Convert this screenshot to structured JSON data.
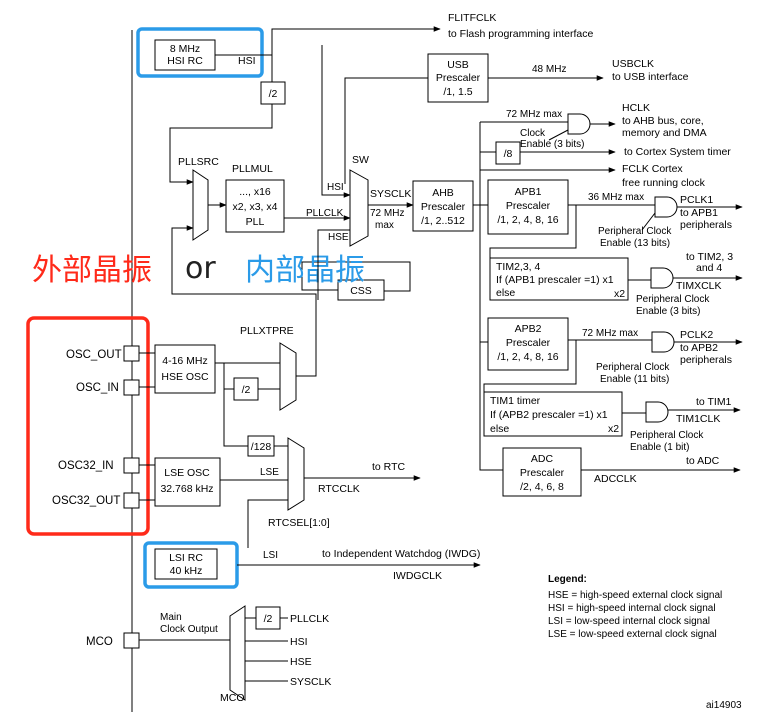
{
  "colors": {
    "red_highlight": "#ff2a1a",
    "blue_highlight": "#2b9be8",
    "line": "#000000"
  },
  "annotations": {
    "external_crystal": "外部晶振",
    "or": "or",
    "internal_crystal": "内部晶振"
  },
  "hsi": {
    "line1": "8 MHz",
    "line2": "HSI RC",
    "out_label": "HSI"
  },
  "flitfclk": {
    "title": "FLITFCLK",
    "desc": "to Flash programming interface"
  },
  "usb": {
    "line1": "USB",
    "line2": "Prescaler",
    "line3": "/1, 1.5",
    "freq": "48 MHz",
    "out_title": "USBCLK",
    "out_desc": "to USB interface"
  },
  "div2_hsi": "/2",
  "pllsrc": "PLLSRC",
  "pllmul": {
    "title": "PLLMUL",
    "line1": "..., x16",
    "line2": "x2, x3, x4",
    "line3": "PLL"
  },
  "sw": {
    "title": "SW",
    "in_hsi": "HSI",
    "in_pllclk": "PLLCLK",
    "in_hse": "HSE",
    "sysclk": "SYSCLK",
    "max1": "72 MHz",
    "max2": "max"
  },
  "ahb": {
    "line1": "AHB",
    "line2": "Prescaler",
    "line3": "/1, 2..512"
  },
  "css": "CSS",
  "hclk": {
    "max": "72 MHz max",
    "gate": "Clock",
    "gate2": "Enable (3 bits)",
    "title": "HCLK",
    "desc1": "to AHB bus, core,",
    "desc2": "memory and DMA"
  },
  "div8": "/8",
  "cortex_timer": "to Cortex System timer",
  "fclk": {
    "line1": "FCLK Cortex",
    "line2": "free running clock"
  },
  "apb1": {
    "line1": "APB1",
    "line2": "Prescaler",
    "line3": "/1, 2, 4, 8, 16",
    "max": "36 MHz max",
    "out_title": "PCLK1",
    "out_desc1": "to APB1",
    "out_desc2": "peripherals",
    "gate1": "Peripheral Clock",
    "gate2": "Enable (13 bits)"
  },
  "tim234": {
    "line1": "TIM2,3, 4",
    "line2": "If (APB1 prescaler =1) x1",
    "line3": "else",
    "x2": "x2",
    "out_a": "to TIM2, 3",
    "out_b": "and 4",
    "out_title": "TIMXCLK",
    "gate1": "Peripheral Clock",
    "gate2": "Enable (3 bits)"
  },
  "apb2": {
    "line1": "APB2",
    "line2": "Prescaler",
    "line3": "/1, 2, 4, 8, 16",
    "max": "72 MHz max",
    "out_title": "PCLK2",
    "out_desc1": "to APB2",
    "out_desc2": "peripherals",
    "gate1": "Peripheral Clock",
    "gate2": "Enable (11 bits)"
  },
  "tim1": {
    "line1": "TIM1 timer",
    "line2": "If (APB2 prescaler =1) x1",
    "line3": "else",
    "x2": "x2",
    "out_a": "to TIM1",
    "out_title": "TIM1CLK",
    "gate1": "Peripheral Clock",
    "gate2": "Enable (1 bit)"
  },
  "adc": {
    "line1": "ADC",
    "line2": "Prescaler",
    "line3": "/2, 4, 6, 8",
    "out_a": "to ADC",
    "out_title": "ADCCLK"
  },
  "pins": {
    "osc_out": "OSC_OUT",
    "osc_in": "OSC_IN",
    "osc32_in": "OSC32_IN",
    "osc32_out": "OSC32_OUT",
    "mco": "MCO"
  },
  "hse_osc": {
    "line1": "4-16 MHz",
    "line2": "HSE OSC"
  },
  "pllxtpre": "PLLXTPRE",
  "div2_hse": "/2",
  "div128": "/128",
  "lse_osc": {
    "line1": "LSE OSC",
    "line2": "32.768 kHz",
    "out": "LSE"
  },
  "rtc": {
    "to": "to RTC",
    "title": "RTCCLK",
    "sel": "RTCSEL[1:0]"
  },
  "lsi": {
    "line1": "LSI RC",
    "line2": "40 kHz",
    "out": "LSI",
    "to": "to Independent Watchdog (IWDG)",
    "title": "IWDGCLK"
  },
  "mco_mux": {
    "main1": "Main",
    "main2": "Clock Output",
    "div2": "/2",
    "pllclk": "PLLCLK",
    "hsi": "HSI",
    "hse": "HSE",
    "sysclk": "SYSCLK",
    "label": "MCO"
  },
  "legend": {
    "title": "Legend:",
    "l1": "HSE = high-speed external clock signal",
    "l2": "HSI = high-speed internal clock signal",
    "l3": "LSI = low-speed internal clock signal",
    "l4": "LSE = low-speed external clock signal"
  },
  "ref_id": "ai14903"
}
